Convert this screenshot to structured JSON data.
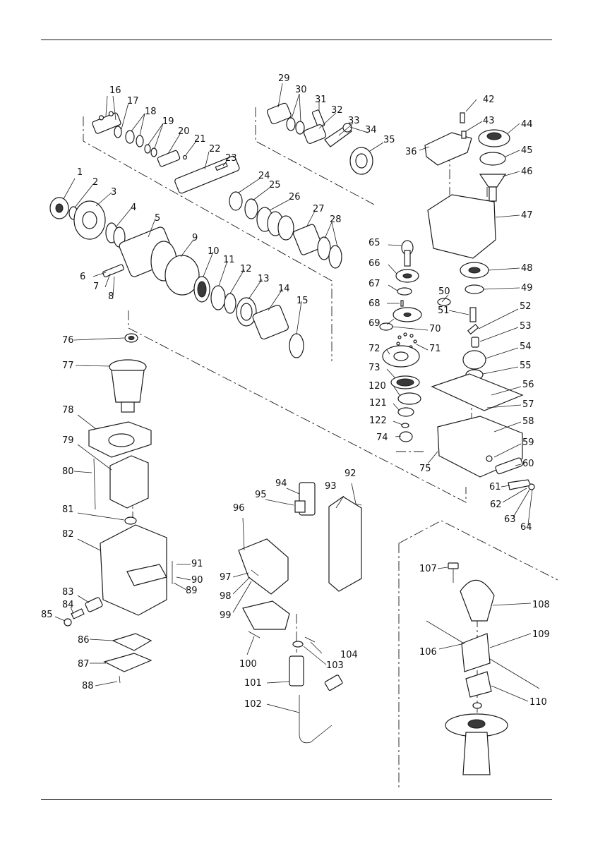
{
  "labels": {
    "p1": "1",
    "p2": "2",
    "p3": "3",
    "p4": "4",
    "p5": "5",
    "p6": "6",
    "p7": "7",
    "p8": "8",
    "p9": "9",
    "p10": "10",
    "p11": "11",
    "p12": "12",
    "p13": "13",
    "p14": "14",
    "p15": "15",
    "p16": "16",
    "p17": "17",
    "p18": "18",
    "p19": "19",
    "p20": "20",
    "p21": "21",
    "p22": "22",
    "p23": "23",
    "p24": "24",
    "p25": "25",
    "p26": "26",
    "p27": "27",
    "p28": "28",
    "p29": "29",
    "p30": "30",
    "p31": "31",
    "p32": "32",
    "p33": "33",
    "p34": "34",
    "p35": "35",
    "p36": "36",
    "p42": "42",
    "p43": "43",
    "p44": "44",
    "p45": "45",
    "p46": "46",
    "p47": "47",
    "p48": "48",
    "p49": "49",
    "p50": "50",
    "p51": "51",
    "p52": "52",
    "p53": "53",
    "p54": "54",
    "p55": "55",
    "p56": "56",
    "p57": "57",
    "p58": "58",
    "p59": "59",
    "p60": "60",
    "p61": "61",
    "p62": "62",
    "p63": "63",
    "p64": "64",
    "p65": "65",
    "p66": "66",
    "p67": "67",
    "p68": "68",
    "p69": "69",
    "p70": "70",
    "p71": "71",
    "p72": "72",
    "p73": "73",
    "p74": "74",
    "p75": "75",
    "p76": "76",
    "p77": "77",
    "p78": "78",
    "p79": "79",
    "p80": "80",
    "p81": "81",
    "p82": "82",
    "p83": "83",
    "p84": "84",
    "p85": "85",
    "p86": "86",
    "p87": "87",
    "p88": "88",
    "p89": "89",
    "p90": "90",
    "p91": "91",
    "p92": "92",
    "p93": "93",
    "p94": "94",
    "p95": "95",
    "p96": "96",
    "p97": "97",
    "p98": "98",
    "p99": "99",
    "p100": "100",
    "p101": "101",
    "p102": "102",
    "p103": "103",
    "p104": "104",
    "p106": "106",
    "p107": "107",
    "p108": "108",
    "p109": "109",
    "p110": "110",
    "p120": "120",
    "p121": "121",
    "p122": "122"
  }
}
